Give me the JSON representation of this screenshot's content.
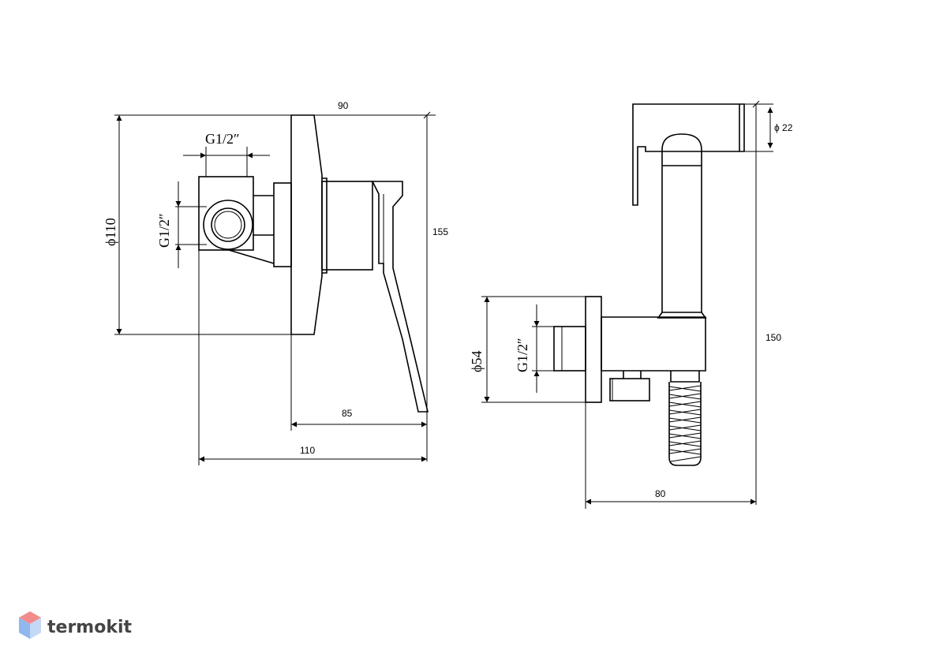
{
  "mixer": {
    "thread_top": "G1/2″",
    "thread_side": "G1/2″",
    "diameter_plate": "ϕ110",
    "width_top": "90",
    "height_total": "155",
    "depth_handle": "85",
    "depth_total": "110"
  },
  "shower": {
    "diameter_head": "ϕ 22",
    "diameter_flange": "ϕ54",
    "thread": "G1/2″",
    "height_total": "150",
    "depth_total": "80"
  },
  "brand": {
    "name": "termokit",
    "colors": {
      "top": "#f28b8b",
      "left": "#8fb8ee",
      "right": "#c5d8f5",
      "text": "#444444"
    }
  }
}
